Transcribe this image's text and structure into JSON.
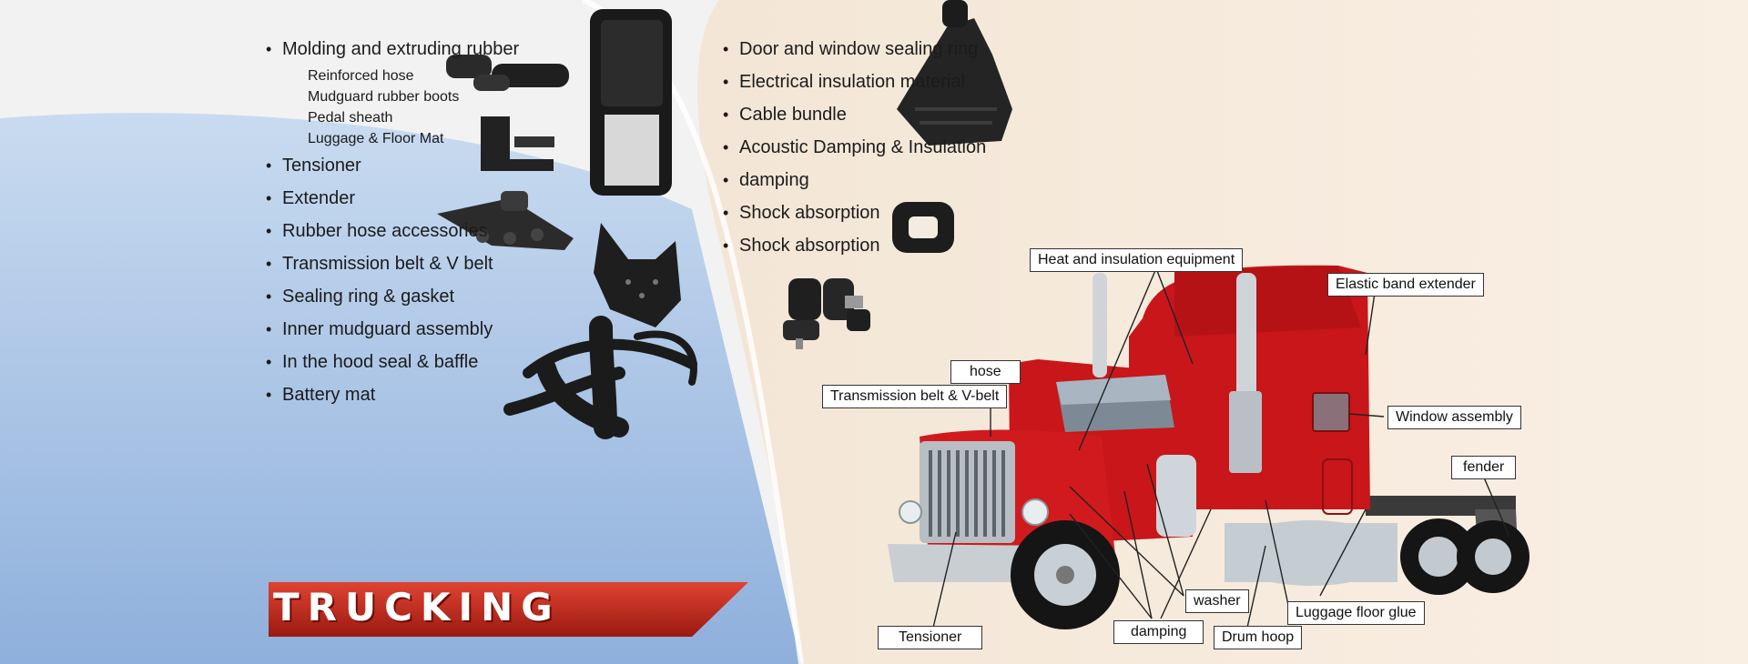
{
  "left_list": [
    {
      "label": "Molding and extruding rubber"
    },
    {
      "label": "Tensioner"
    },
    {
      "label": "Extender"
    },
    {
      "label": "Rubber hose accessories"
    },
    {
      "label": "Transmission belt & V belt"
    },
    {
      "label": "Sealing ring & gasket"
    },
    {
      "label": "Inner mudguard assembly"
    },
    {
      "label": "In the hood seal & baffle"
    },
    {
      "label": "Battery mat"
    }
  ],
  "molding_subitems": [
    "Reinforced hose",
    "Mudguard rubber boots",
    "Pedal sheath",
    "Luggage & Floor Mat"
  ],
  "middle_list": [
    "Door and window sealing ring",
    "Electrical insulation material",
    "Cable bundle",
    "Acoustic Damping & Insulation",
    "damping",
    "Shock absorption",
    "Shock absorption"
  ],
  "banner": {
    "title": "TRUCKING"
  },
  "callouts": {
    "heat": "Heat and insulation equipment",
    "elastic": "Elastic band extender",
    "hose": "hose",
    "transmission": "Transmission belt & V-belt",
    "window": "Window assembly",
    "fender": "fender",
    "washer": "washer",
    "luggage": "Luggage floor glue",
    "tensioner": "Tensioner",
    "damping": "damping",
    "drum": "Drum hoop"
  },
  "colors": {
    "truck_red": "#c8161a",
    "blue_panel": "#a9c4e6",
    "banner_red": "#c42b1c",
    "cream": "#f6ebdc"
  }
}
